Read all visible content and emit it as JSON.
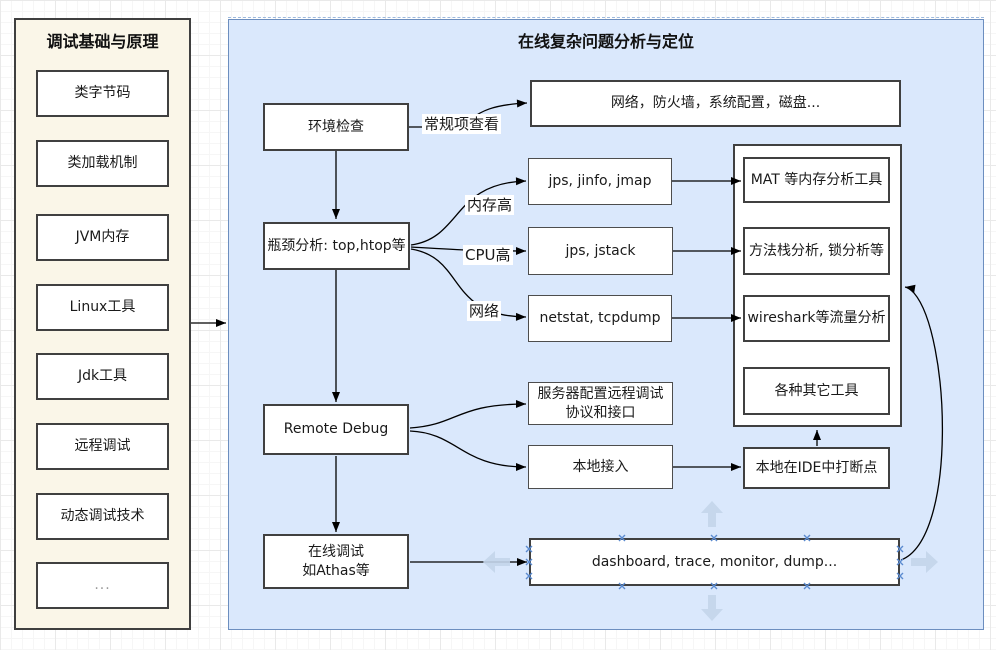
{
  "left_panel": {
    "title": "调试基础与原理",
    "items": [
      "类字节码",
      "类加载机制",
      "JVM内存",
      "Linux工具",
      "Jdk工具",
      "远程调试",
      "动态调试技术",
      "..."
    ]
  },
  "right_panel": {
    "title": "在线复杂问题分析与定位",
    "nodes": {
      "env_check": "环境检查",
      "routine_items": "网络，防火墙，系统配置，磁盘...",
      "bottleneck": "瓶颈分析: top,htop等",
      "mem_tools": "jps, jinfo, jmap",
      "mem_analyzer": "MAT 等内存分析工具",
      "cpu_tools": "jps, jstack",
      "stack_analyzer": "方法栈分析, 锁分析等",
      "net_tools": "netstat, tcpdump",
      "traffic_analyzer": "wireshark等流量分析",
      "other_tools": "各种其它工具",
      "remote_debug": "Remote Debug",
      "server_config": "服务器配置远程调试\n协议和接口",
      "local_access": "本地接入",
      "ide_breakpoint": "本地在IDE中打断点",
      "online_debug": "在线调试\n如Athas等",
      "dashboard": "dashboard, trace, monitor, dump..."
    },
    "edge_labels": {
      "routine_check": "常规项查看",
      "high_memory": "内存高",
      "high_cpu": "CPU高",
      "network": "网络"
    }
  },
  "colors": {
    "left_panel_fill": "#FAF6E8",
    "left_panel_border": "#3F3F3F",
    "right_panel_fill": "#DAE8FC",
    "right_panel_border": "#6C8EBF",
    "node_border": "#404040",
    "edge": "#000000",
    "hover_arrow": "#C3D5EA",
    "connection_point": "#5B8BD0"
  }
}
